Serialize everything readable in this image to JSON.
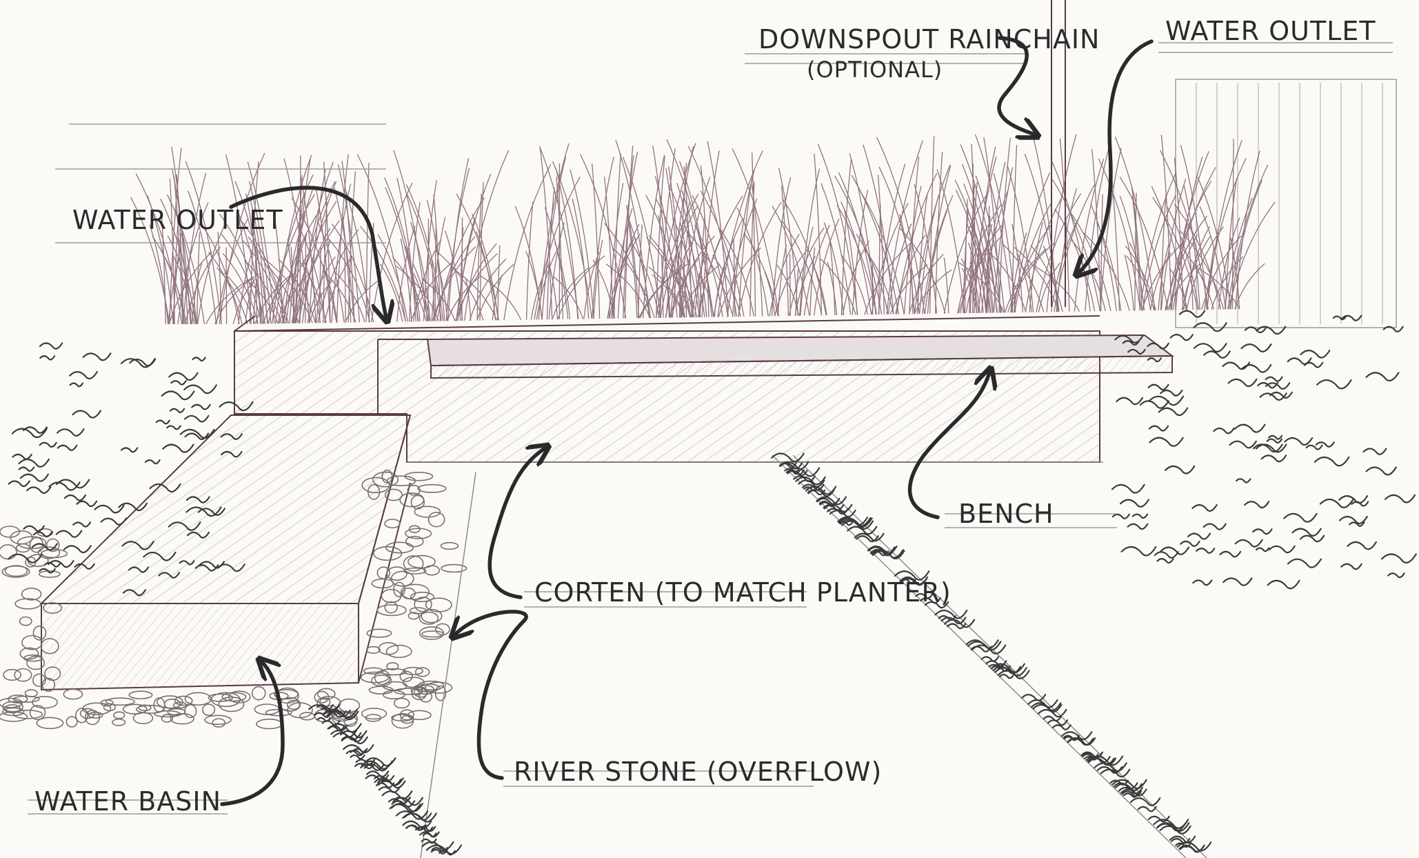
{
  "diagram": {
    "labels": {
      "downspout_rainchain": "DOWNSPOUT RAINCHAIN",
      "optional": "(OPTIONAL)",
      "water_outlet_right": "WATER OUTLET",
      "water_outlet_left": "WATER OUTLET",
      "bench": "BENCH",
      "corten": "CORTEN (TO MATCH PLANTER)",
      "river_stone": "RIVER STONE (OVERFLOW)",
      "water_basin": "WATER BASIN"
    },
    "colors": {
      "ink": "#5a3a44",
      "text": "#2b2b2b",
      "paper": "#fbfaf7"
    }
  }
}
